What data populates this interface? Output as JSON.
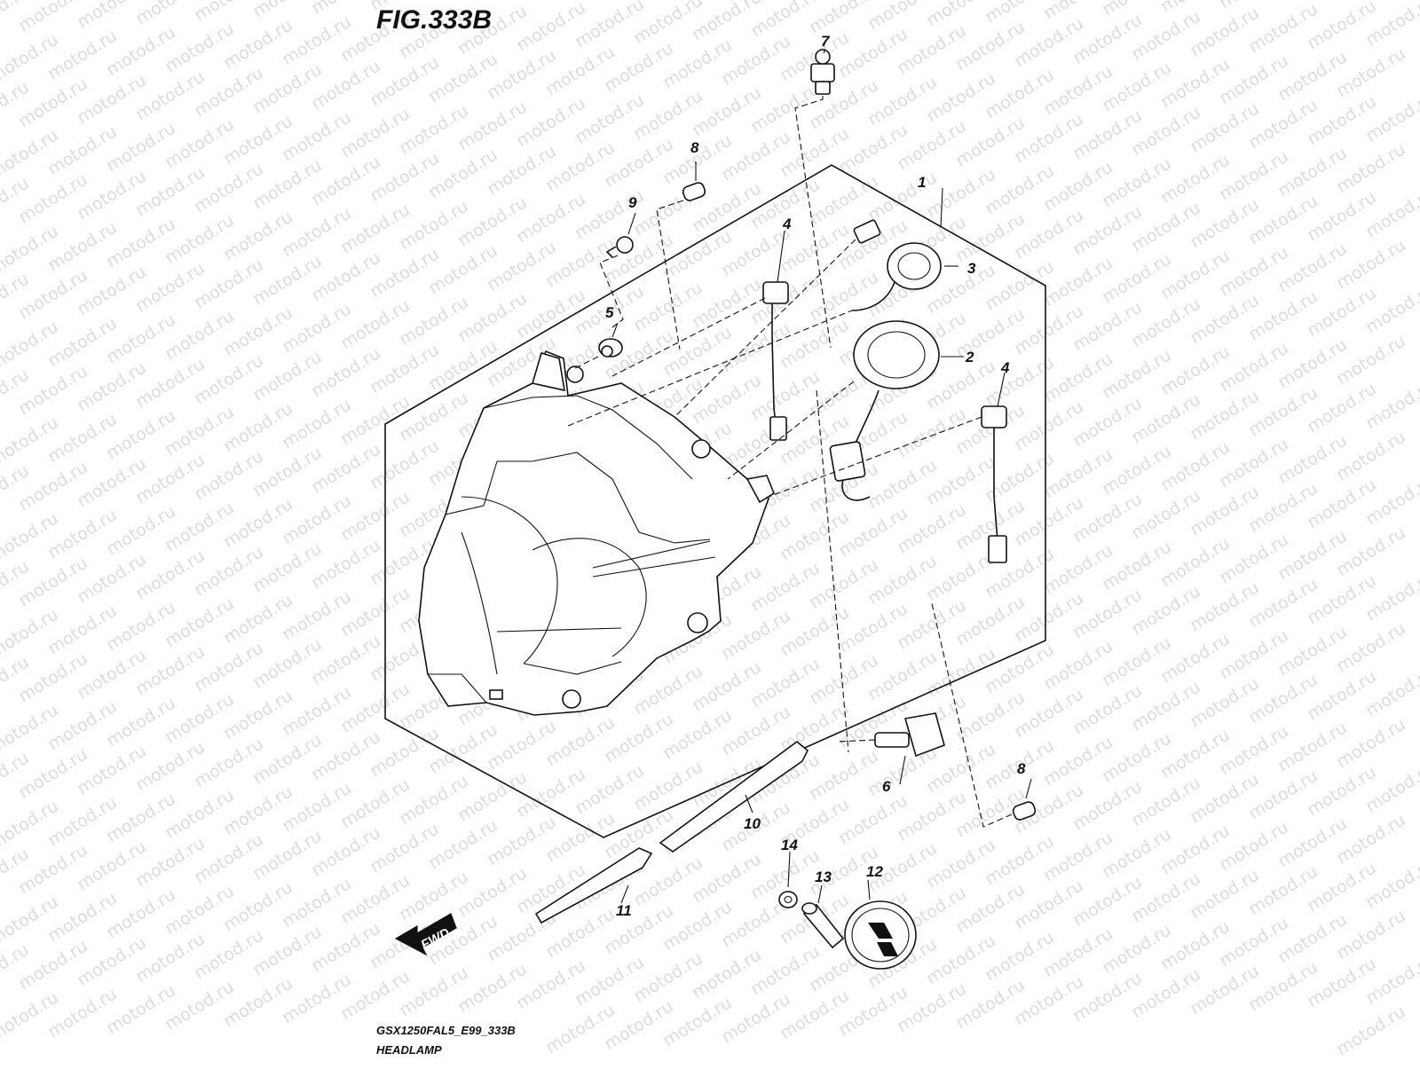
{
  "figure": {
    "title": "FIG.333B",
    "code": "GSX1250FAL5_E99_333B",
    "name": "HEADLAMP"
  },
  "watermark": "motod.ru",
  "direction_label": "FWD",
  "callouts": [
    "1",
    "2",
    "3",
    "4",
    "4",
    "5",
    "6",
    "7",
    "8",
    "8",
    "9",
    "10",
    "11",
    "12",
    "13",
    "14"
  ]
}
